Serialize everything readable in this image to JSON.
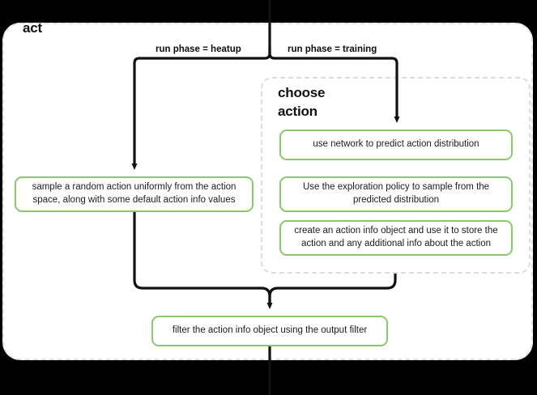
{
  "diagram": {
    "title": "act",
    "subgroup_title": "choose\naction",
    "accent_green": "#8cc76b",
    "dashed_border": "#e2e2e2",
    "edge_color": "#111111",
    "edge_labels": {
      "heatup": "run phase = heatup",
      "training": "run phase = training"
    },
    "boxes": {
      "sample_random": "sample a random action uniformly from the action space, along with some default action info values",
      "use_network": "use network to predict action distribution",
      "exploration_policy": "Use the exploration policy to sample from the predicted distribution",
      "create_action_info": "create an action info object and use it to store the action and any additional info about the action",
      "filter_output": "filter the action info object using the output filter"
    }
  }
}
